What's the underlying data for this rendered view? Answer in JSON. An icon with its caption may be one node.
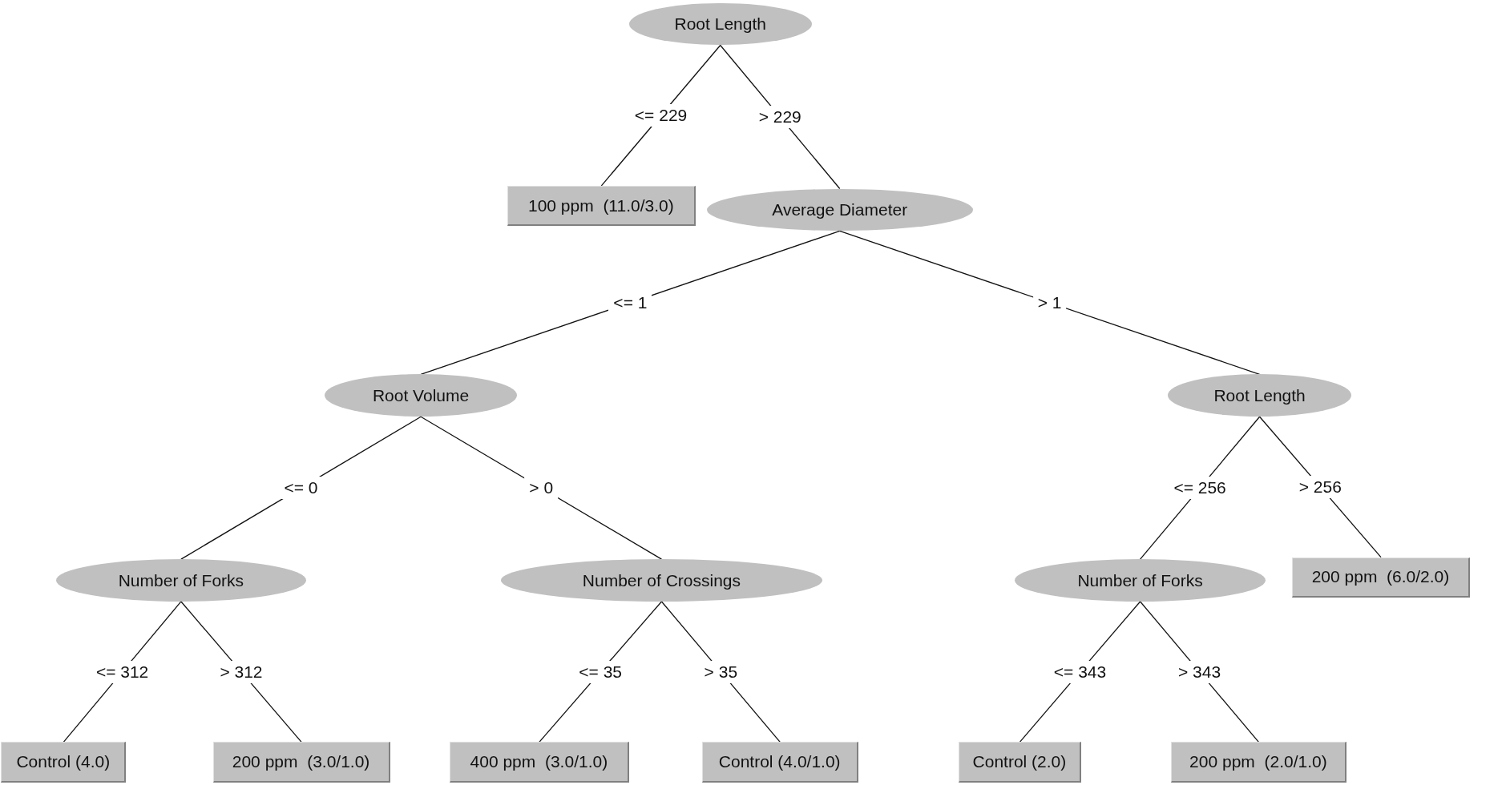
{
  "diagram": {
    "nodes": [
      {
        "text": [
          "Root Length"
        ]
      },
      {
        "text": [
          "100 ppm  (11.0/3.0)"
        ]
      },
      {
        "text": [
          "Average Diameter"
        ]
      },
      {
        "text": [
          "Root Volume"
        ]
      },
      {
        "text": [
          "Root Length"
        ]
      },
      {
        "text": [
          "Number of Forks"
        ]
      },
      {
        "text": [
          "Number of Crossings"
        ]
      },
      {
        "text": [
          "Number of Forks"
        ]
      },
      {
        "text": [
          "200 ppm  (6.0/2.0)"
        ]
      },
      {
        "text": [
          "Control (4.0)"
        ]
      },
      {
        "text": [
          "200 ppm  (3.0/1.0)"
        ]
      },
      {
        "text": [
          "400 ppm  (3.0/1.0)"
        ]
      },
      {
        "text": [
          "Control (4.0/1.0)"
        ]
      },
      {
        "text": [
          "Control (2.0)"
        ]
      },
      {
        "text": [
          "200 ppm  (2.0/1.0)"
        ]
      }
    ],
    "edges": [
      {
        "from": 0,
        "to": 1,
        "arrow": "none",
        "label": "<= 229"
      },
      {
        "from": 0,
        "to": 2,
        "arrow": "none",
        "label": "> 229"
      },
      {
        "from": 2,
        "to": 3,
        "arrow": "none",
        "label": "<= 1"
      },
      {
        "from": 2,
        "to": 4,
        "arrow": "none",
        "label": "> 1"
      },
      {
        "from": 3,
        "to": 5,
        "arrow": "none",
        "label": "<= 0"
      },
      {
        "from": 3,
        "to": 6,
        "arrow": "none",
        "label": "> 0"
      },
      {
        "from": 4,
        "to": 7,
        "arrow": "none",
        "label": "<= 256"
      },
      {
        "from": 4,
        "to": 8,
        "arrow": "none",
        "label": "> 256"
      },
      {
        "from": 5,
        "to": 9,
        "arrow": "none",
        "label": "<= 312"
      },
      {
        "from": 5,
        "to": 10,
        "arrow": "none",
        "label": "> 312"
      },
      {
        "from": 6,
        "to": 11,
        "arrow": "none",
        "label": "<= 35"
      },
      {
        "from": 6,
        "to": 12,
        "arrow": "none",
        "label": "> 35"
      },
      {
        "from": 7,
        "to": 13,
        "arrow": "none",
        "label": "<= 343"
      },
      {
        "from": 7,
        "to": 14,
        "arrow": "none",
        "label": "> 343"
      }
    ]
  }
}
